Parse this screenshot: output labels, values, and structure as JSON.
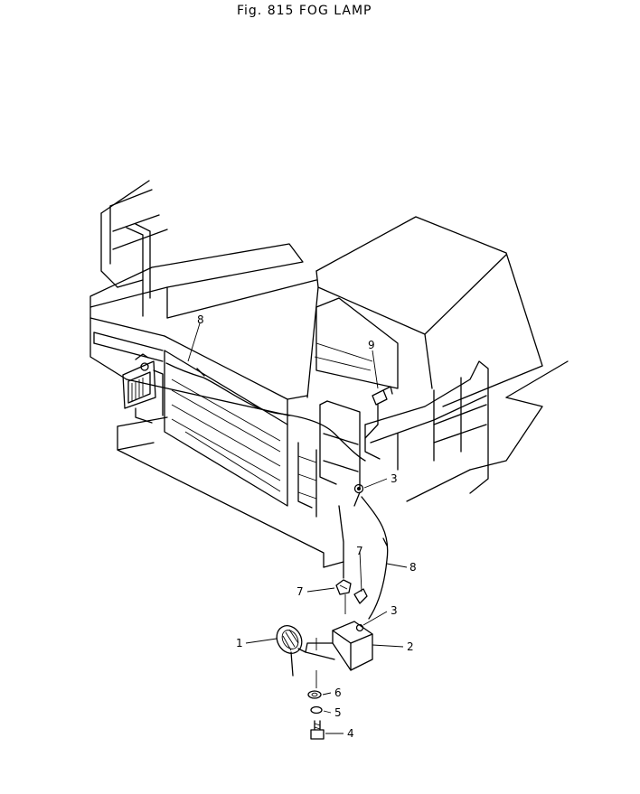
{
  "title": "Fig. 815   FOG LAMP",
  "callouts": {
    "c1": "1",
    "c2": "2",
    "c3a": "3",
    "c3b": "3",
    "c4": "4",
    "c5": "5",
    "c6": "6",
    "c7a": "7",
    "c7b": "7",
    "c8a": "8",
    "c8b": "8",
    "c9": "9"
  }
}
